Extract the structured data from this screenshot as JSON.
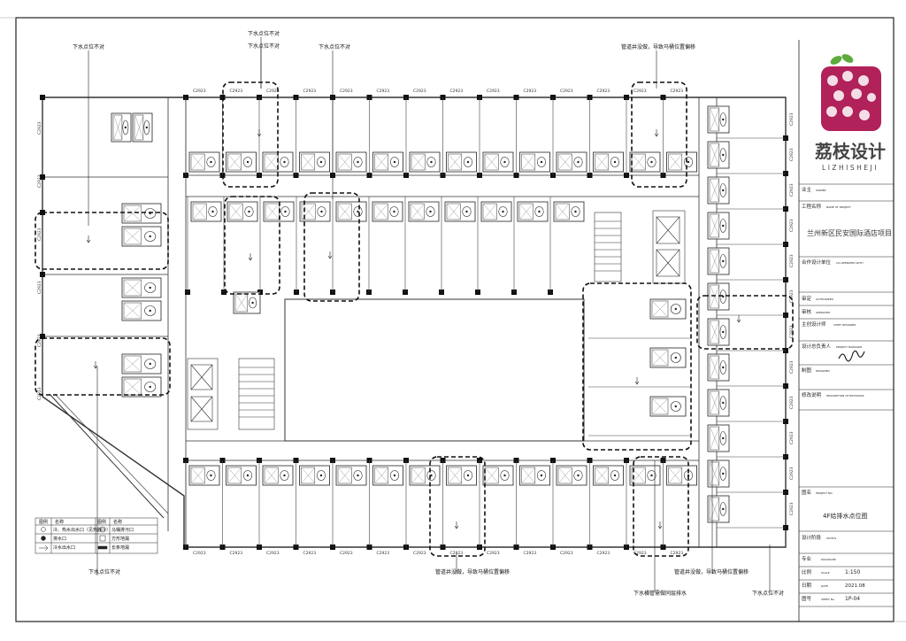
{
  "brand": {
    "name": "荔枝设计",
    "latin": "LIZHISHEJI",
    "colors": {
      "berry": "#b1215a",
      "leaf": "#5cab3c",
      "ink": "#333333"
    }
  },
  "title_block": {
    "client_label": "业主",
    "client_en": "OWNER",
    "project_label": "工程名称",
    "project_en": "NAME OF PROJECT",
    "project_name": "兰州新区民安国际酒店项目",
    "coop_label": "合作设计单位",
    "coop_en": "CO-OPERATED WITH",
    "review_label": "审定",
    "review_en": "AUTHORIZED",
    "check_label": "审核",
    "check_en": "APPROVED",
    "chief_label": "主创设计师",
    "chief_en": "CHIEF DESIGNER",
    "pm_label": "设计总负责人",
    "pm_en": "PROJECT MANAGER",
    "draw_label": "制图",
    "draw_en": "DESIGNED",
    "rev_label": "修改说明",
    "rev_en": "DESCRIPTION OF REVISIONS",
    "drawing_label": "图名",
    "drawing_en": "PROJECT NO.",
    "drawing_name": "4F给排水点位图",
    "stage_label": "设计阶段",
    "stage_en": "STATUS",
    "major_label": "专业",
    "major_en": "DISCIPLINE",
    "scale_label": "比例",
    "scale_en": "SCALE",
    "scale_value": "1:150",
    "date_label": "日期",
    "date_en": "DATE",
    "date_value": "2021.08",
    "sheet_label": "图号",
    "sheet_en": "SHEET No.",
    "sheet_value": "1P-04"
  },
  "annotations": {
    "misaligned_drain": "下水点位不对",
    "shaft_relocate": "管道井没做，导致马桶位置偏移",
    "floor_drain": "下水横管需做同层排水"
  },
  "legend": {
    "header_symbol": "图例",
    "header_name": "名称",
    "rows": [
      {
        "name": "冷、热水出水口（见热器冷）",
        "name2": "马桶排污口"
      },
      {
        "name": "排水口",
        "name2": "方形地漏"
      },
      {
        "name": "冷水出水口",
        "name2": "长条地漏"
      }
    ]
  },
  "window_tag": "C2923"
}
